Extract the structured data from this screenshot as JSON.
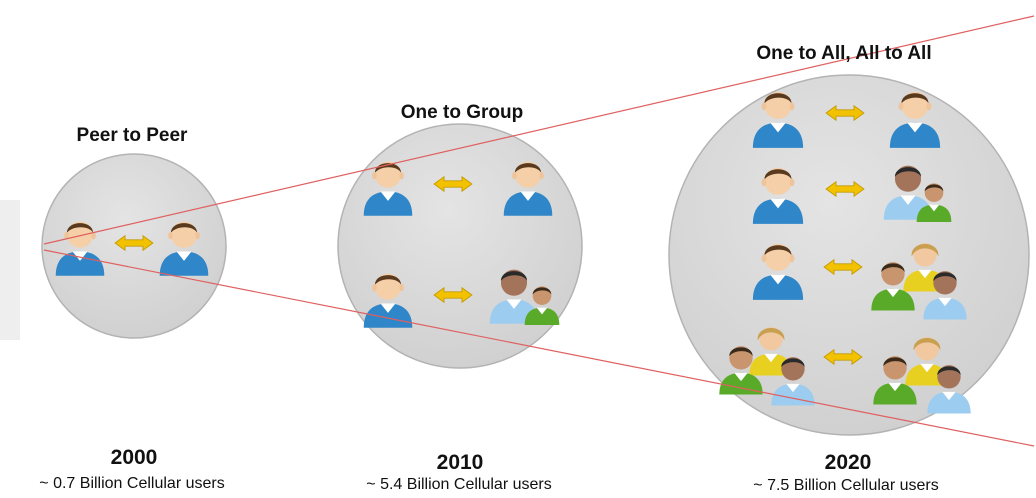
{
  "stages": [
    {
      "title": "Peer to Peer",
      "year": "2000",
      "users": "~ 0.7 Billion Cellular users"
    },
    {
      "title": "One to Group",
      "year": "2010",
      "users": "~ 5.4 Billion Cellular users"
    },
    {
      "title": "One to All, All to All",
      "year": "2020",
      "users": "~ 7.5 Billion Cellular users"
    }
  ],
  "colors": {
    "circle_fill": "#d9d9d9",
    "circle_stroke": "#b3b3b3",
    "trend_line": "#e06060",
    "arrow": "#f2c200",
    "person_blue": "#2f86c8",
    "person_light_blue": "#8ec6ee",
    "person_green": "#5aaa2a",
    "person_yellow": "#e8d020"
  },
  "icons": [
    "person-icon",
    "group-icon",
    "double-arrow-icon"
  ]
}
